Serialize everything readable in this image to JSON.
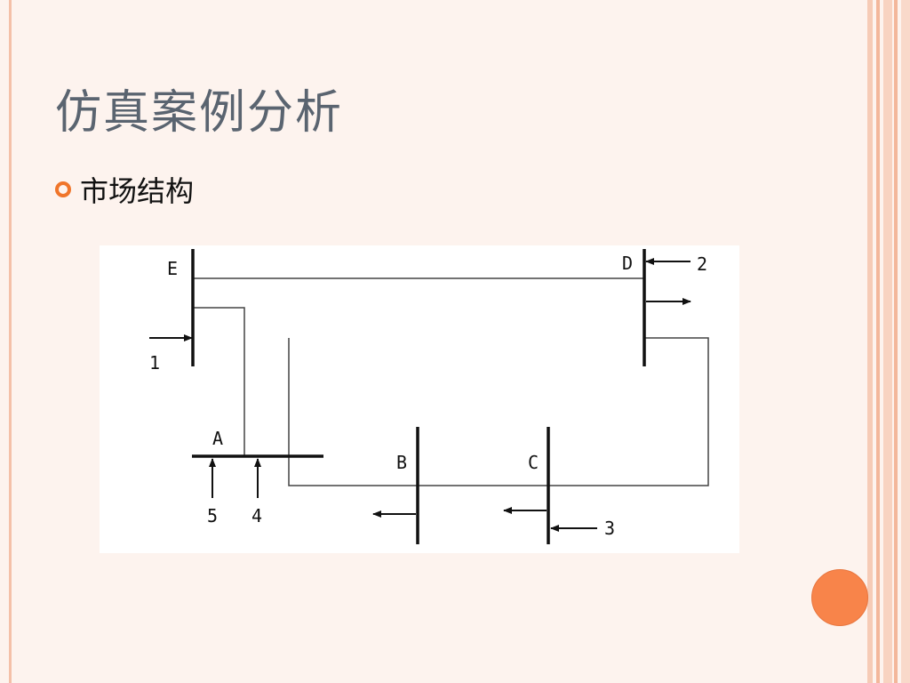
{
  "slide": {
    "title": "仿真案例分析",
    "bullet": "市场结构"
  },
  "diagram": {
    "bus_labels": {
      "E": "E",
      "D": "D",
      "A": "A",
      "B": "B",
      "C": "C"
    },
    "number_labels": {
      "n1": "1",
      "n2": "2",
      "n3": "3",
      "n4": "4",
      "n5": "5"
    }
  },
  "colors": {
    "accent": "#f0752a",
    "dot": "#f8844a",
    "background": "#fdf3ee"
  }
}
